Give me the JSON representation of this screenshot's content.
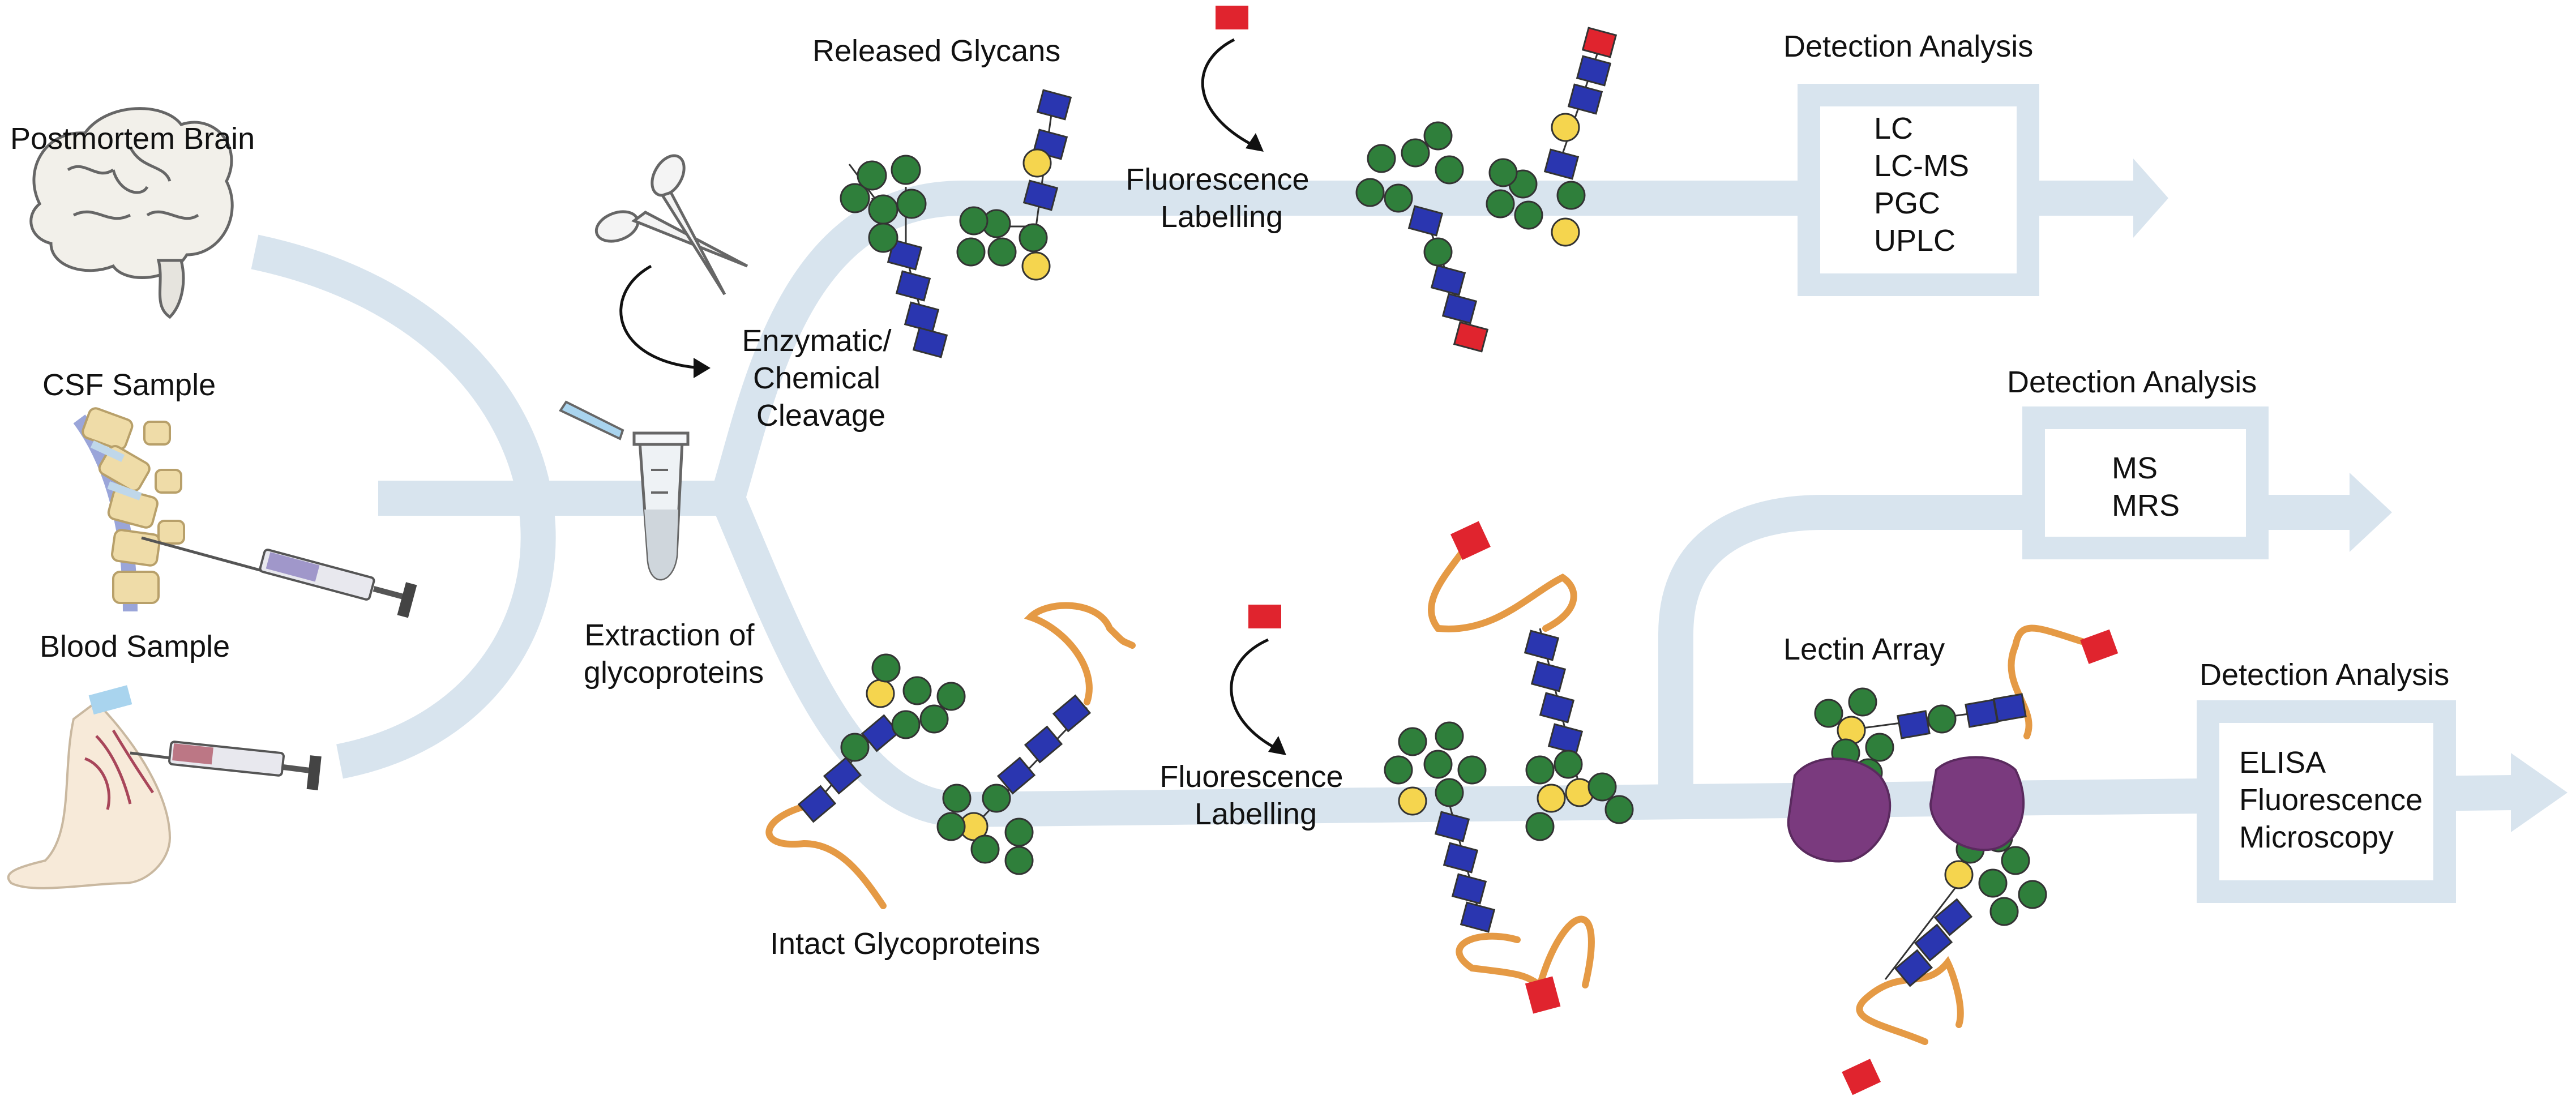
{
  "labels": {
    "postmortem_brain": "Postmortem Brain",
    "csf_sample": "CSF Sample",
    "blood_sample": "Blood Sample",
    "extraction": [
      "Extraction of",
      "glycoproteins"
    ],
    "cleavage": [
      "Enzymatic/",
      "Chemical",
      "Cleavage"
    ],
    "released_glycans": "Released Glycans",
    "intact_glycoproteins": "Intact Glycoproteins",
    "fluorescence_top": [
      "Fluorescence",
      "Labelling"
    ],
    "fluorescence_bottom": [
      "Fluorescence",
      "Labelling"
    ],
    "lectin_array": "Lectin Array"
  },
  "detection": {
    "top": {
      "title": "Detection Analysis",
      "methods": [
        "LC",
        "LC-MS",
        "PGC",
        "UPLC"
      ]
    },
    "middle": {
      "title": "Detection Analysis",
      "methods": [
        "MS",
        "MRS"
      ]
    },
    "bottom": {
      "title": "Detection Analysis",
      "methods": [
        "ELISA",
        "Fluorescence",
        "Microscopy"
      ]
    }
  },
  "colors": {
    "flow": "#d8e4ee",
    "mannose": "#2f7f3b",
    "glcnac": "#2a36b0",
    "galactose": "#f5d54e",
    "fluor_label": "#e0242e",
    "protein": "#e59a45",
    "lectin": "#7a3a7e"
  }
}
